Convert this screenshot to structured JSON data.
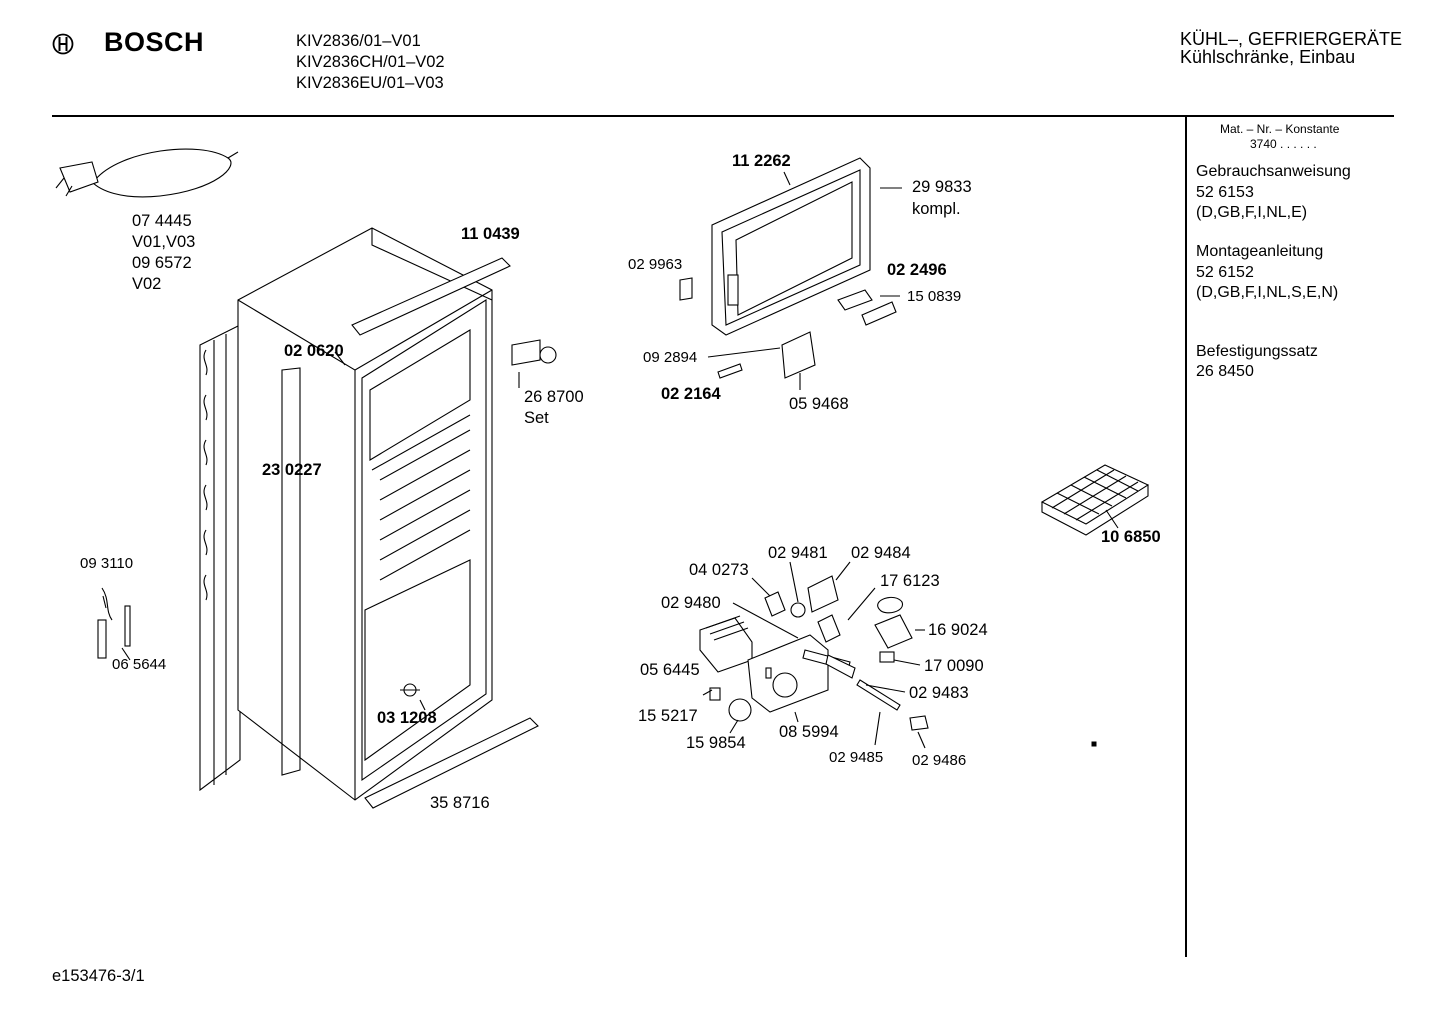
{
  "header": {
    "brand": "BOSCH",
    "models": [
      "KIV2836/01–V01",
      "KIV2836CH/01–V02",
      "KIV2836EU/01–V03"
    ],
    "category_line1": "KÜHL–, GEFRIERGERÄTE",
    "category_line2": "Kühlschränke, Einbau"
  },
  "sidebar": {
    "mat_label": "Mat. – Nr. – Konstante",
    "mat_value": "3740 .  .  .  .  .  .",
    "sections": [
      {
        "title": "Gebrauchsanweisung",
        "number": "52 6153",
        "langs": "(D,GB,F,I,NL,E)"
      },
      {
        "title": "Montageanleitung",
        "number": "52 6152",
        "langs": "(D,GB,F,I,NL,S,E,N)"
      },
      {
        "title": "Befestigungssatz",
        "number": "26 8450"
      }
    ]
  },
  "parts": {
    "p074445": "07 4445",
    "v01v03": "V01,V03",
    "p096572": "09 6572",
    "v02": "V02",
    "p110439": "11 0439",
    "p020620": "02 0620",
    "p230227": "23 0227",
    "p268700": "26 8700",
    "set": "Set",
    "p093110": "09 3110",
    "p065644": "06 5644",
    "p031208": "03 1208",
    "p358716": "35 8716",
    "p112262": "11 2262",
    "p299833": "29 9833",
    "kompl": "kompl.",
    "p029963": "02 9963",
    "p022496": "02 2496",
    "p150839": "15 0839",
    "p092894": "09 2894",
    "p022164": "02 2164",
    "p059468": "05 9468",
    "p106850": "10 6850",
    "p029481": "02 9481",
    "p029484": "02 9484",
    "p040273": "04 0273",
    "p176123": "17 6123",
    "p029480": "02 9480",
    "p169024": "16 9024",
    "p056445": "05 6445",
    "p170090": "17 0090",
    "p029483": "02 9483",
    "p155217": "15 5217",
    "p085994": "08 5994",
    "p159854": "15 9854",
    "p029485": "02 9485",
    "p029486": "02 9486"
  },
  "footer": {
    "doc_id": "e153476-3/1"
  }
}
